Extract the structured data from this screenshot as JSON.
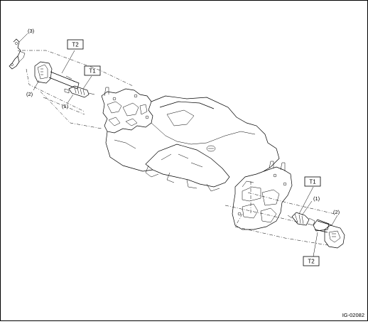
{
  "labels": {
    "part1_top": "(1)",
    "part2_top": "(2)",
    "part3_top": "(3)",
    "t1_top": "T1",
    "t2_top": "T2",
    "part1_bottom": "(1)",
    "part2_bottom": "(2)",
    "t1_bottom": "T1",
    "t2_bottom": "T2"
  },
  "figure_id": "IG-02082"
}
